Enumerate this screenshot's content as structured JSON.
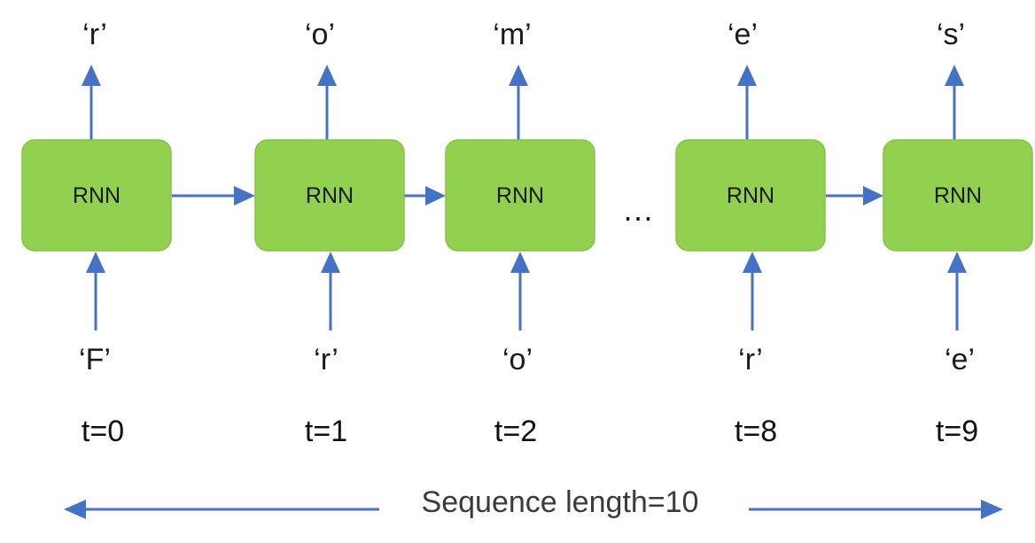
{
  "steps": [
    {
      "label": "RNN",
      "input": "‘F’",
      "output": "‘r’",
      "time": "t=0"
    },
    {
      "label": "RNN",
      "input": "‘r’",
      "output": "‘o’",
      "time": "t=1"
    },
    {
      "label": "RNN",
      "input": "‘o’",
      "output": "‘m’",
      "time": "t=2"
    },
    {
      "label": "RNN",
      "input": "‘r’",
      "output": "‘e’",
      "time": "t=8"
    },
    {
      "label": "RNN",
      "input": "‘e’",
      "output": "‘s’",
      "time": "t=9"
    }
  ],
  "ellipsis": "…",
  "sequence_label": "Sequence length=10",
  "colors": {
    "cell_fill": "#92d050",
    "cell_stroke": "#86c146",
    "arrow": "#4472c4"
  }
}
